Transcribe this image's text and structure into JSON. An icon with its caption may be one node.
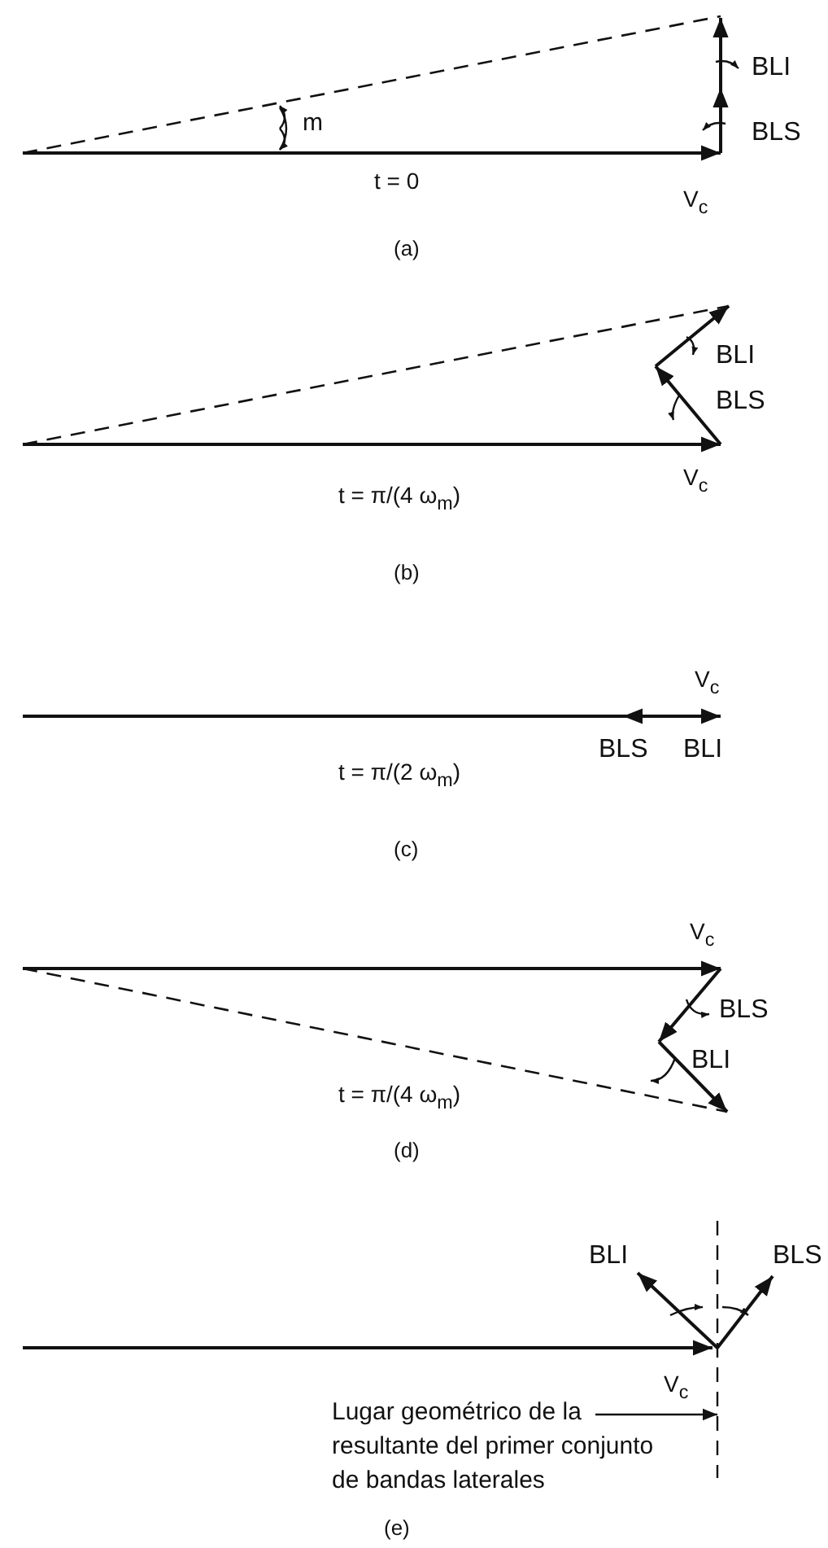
{
  "diagram": {
    "nodes": [
      {
        "text": [
          "Lugar geométrico de la resultante del primer conjunto de bandas laterales"
        ]
      },
      {
        "text": [],
        "shape": "line"
      }
    ],
    "edges": [
      {
        "from": 0,
        "to": 1,
        "arrow": "to"
      }
    ],
    "labels": [
      "BLI",
      "m",
      "BLS",
      "t = 0",
      "V$_{c}$",
      "(a)",
      "BLI",
      "BLS",
      "V$_{c}$",
      "t = π/(4 ω$_{m}$)",
      "(b)",
      "V$_{c}$",
      "BLS",
      "BLI",
      "t = π/(2 ω$_{m}$)",
      "(c)",
      "V$_{c}$",
      "BLS",
      "BLI",
      "t = π/(4 ω$_{m}$)",
      "(d)",
      "BLI",
      "BLS",
      "V$_{c}$",
      "(e)"
    ]
  }
}
